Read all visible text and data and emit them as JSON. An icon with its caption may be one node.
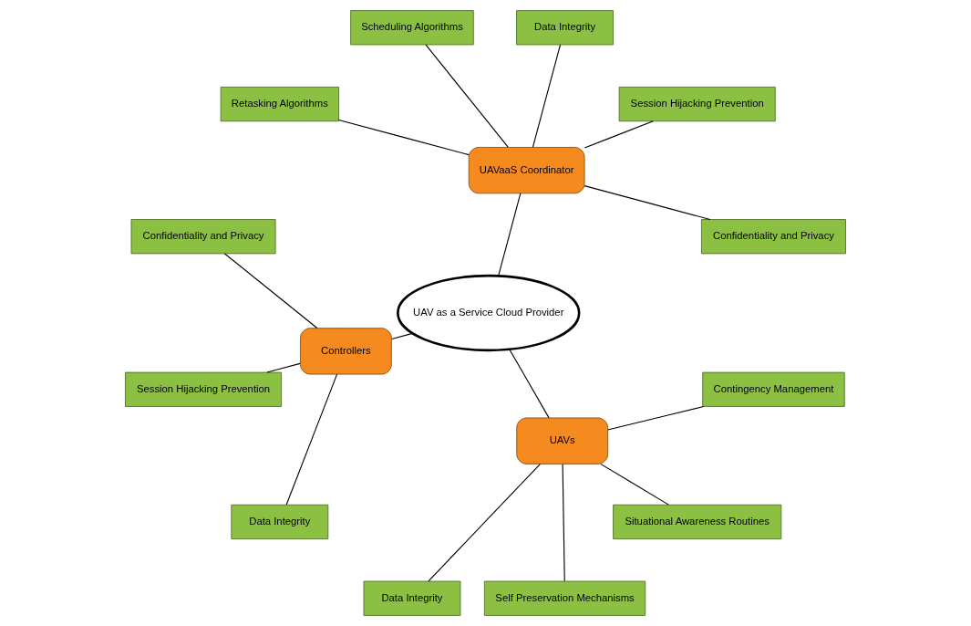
{
  "diagram": {
    "nodes": [
      {
        "text": [
          "UAV as a Service Cloud Provider"
        ]
      },
      {
        "text": [
          "UAVaaS Coordinator"
        ]
      },
      {
        "text": [
          "Controllers"
        ]
      },
      {
        "text": [
          "UAVs"
        ]
      },
      {
        "text": [
          "Confidentiality and Privacy"
        ]
      },
      {
        "text": [
          "Session Hijacking Prevention"
        ]
      },
      {
        "text": [
          "Data Integrity"
        ]
      },
      {
        "text": [
          "Scheduling Algorithms"
        ]
      },
      {
        "text": [
          "Retasking Algorithms"
        ]
      },
      {
        "text": [
          "Confidentiality and Privacy"
        ]
      },
      {
        "text": [
          "Session Hijacking Prevention"
        ]
      },
      {
        "text": [
          "Data Integrity"
        ]
      },
      {
        "text": [
          "Data Integrity"
        ]
      },
      {
        "text": [
          "Self Preservation Mechanisms"
        ]
      },
      {
        "text": [
          "Situational Awareness Routines"
        ]
      },
      {
        "text": [
          "Contingency Management"
        ]
      }
    ],
    "edges": [
      {
        "from": 0,
        "to": 1,
        "arrow": "none"
      },
      {
        "from": 0,
        "to": 2,
        "arrow": "none"
      },
      {
        "from": 0,
        "to": 3,
        "arrow": "none"
      },
      {
        "from": 1,
        "to": 4,
        "arrow": "none"
      },
      {
        "from": 1,
        "to": 5,
        "arrow": "none"
      },
      {
        "from": 1,
        "to": 6,
        "arrow": "none"
      },
      {
        "from": 1,
        "to": 7,
        "arrow": "none"
      },
      {
        "from": 1,
        "to": 8,
        "arrow": "none"
      },
      {
        "from": 2,
        "to": 9,
        "arrow": "none"
      },
      {
        "from": 2,
        "to": 10,
        "arrow": "none"
      },
      {
        "from": 2,
        "to": 11,
        "arrow": "none"
      },
      {
        "from": 3,
        "to": 12,
        "arrow": "none"
      },
      {
        "from": 3,
        "to": 13,
        "arrow": "none"
      },
      {
        "from": 3,
        "to": 14,
        "arrow": "none"
      },
      {
        "from": 3,
        "to": 15,
        "arrow": "none"
      }
    ]
  }
}
